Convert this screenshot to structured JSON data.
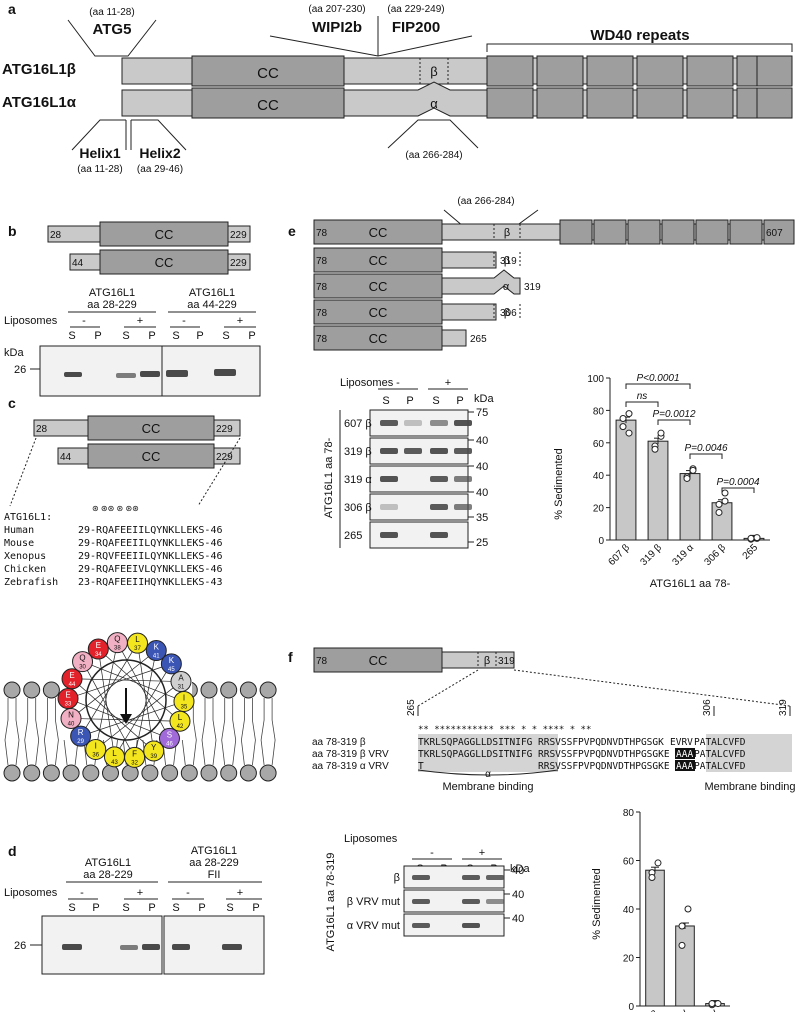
{
  "panels": {
    "a": "a",
    "b": "b",
    "c": "c",
    "d": "d",
    "e": "e",
    "f": "f"
  },
  "a": {
    "atg5": "ATG5",
    "atg5_range": "(aa 11-28)",
    "wipi2b": "WIPI2b",
    "wipi2b_range": "(aa 207-230)",
    "fip200": "FIP200",
    "fip200_range": "(aa 229-249)",
    "wd40": "WD40 repeats",
    "beta_name": "ATG16L1β",
    "alpha_name": "ATG16L1α",
    "cc": "CC",
    "beta": "β",
    "alpha": "α",
    "helix1": "Helix1",
    "helix1_range": "(aa 11-28)",
    "helix2": "Helix2",
    "helix2_range": "(aa 29-46)",
    "alpha_range": "(aa 266-284)"
  },
  "b": {
    "cc": "CC",
    "c1_start": "28",
    "c1_end": "229",
    "c2_start": "44",
    "c2_end": "229",
    "g1_l1": "ATG16L1",
    "g1_l2": "aa 28-229",
    "g2_l1": "ATG16L1",
    "g2_l2": "aa 44-229",
    "liposomes": "Liposomes",
    "minus": "-",
    "plus": "+",
    "S": "S",
    "P": "P",
    "kda": "kDa",
    "marker": "26"
  },
  "c": {
    "cc": "CC",
    "c1_start": "28",
    "c1_end": "229",
    "c2_start": "44",
    "c2_end": "229",
    "seq_title": "ATG16L1:",
    "rows": [
      {
        "species": "Human",
        "seq": "29-RQAFEEIILQYNKLLEKS-46"
      },
      {
        "species": "Mouse",
        "seq": "29-RQAFEEIILQYNKLLEKS-46"
      },
      {
        "species": "Xenopus",
        "seq": "29-RQVFEEIILQYNKLLEKS-46"
      },
      {
        "species": "Chicken",
        "seq": "29-RQAFEEIVLQYNKLLEKS-46"
      },
      {
        "species": "Zebrafish",
        "seq": "23-RQAFEEIIHQYNKLLEKS-43"
      }
    ],
    "wheel": [
      {
        "aa": "L",
        "n": "37",
        "color": "#f3e51e"
      },
      {
        "aa": "K",
        "n": "41",
        "color": "#3b55b5"
      },
      {
        "aa": "K",
        "n": "45",
        "color": "#3b55b5"
      },
      {
        "aa": "A",
        "n": "31",
        "color": "#d0d0d0"
      },
      {
        "aa": "I",
        "n": "35",
        "color": "#f3e51e"
      },
      {
        "aa": "L",
        "n": "42",
        "color": "#f3e51e"
      },
      {
        "aa": "S",
        "n": "46",
        "color": "#a06ad8"
      },
      {
        "aa": "Y",
        "n": "39",
        "color": "#f3e51e"
      },
      {
        "aa": "F",
        "n": "32",
        "color": "#f3e51e"
      },
      {
        "aa": "L",
        "n": "43",
        "color": "#f3e51e"
      },
      {
        "aa": "I",
        "n": "36",
        "color": "#f3e51e"
      },
      {
        "aa": "R",
        "n": "29",
        "color": "#3b55b5"
      },
      {
        "aa": "N",
        "n": "40",
        "color": "#f2b0c4"
      },
      {
        "aa": "E",
        "n": "33",
        "color": "#e2212b"
      },
      {
        "aa": "E",
        "n": "44",
        "color": "#e2212b"
      },
      {
        "aa": "Q",
        "n": "30",
        "color": "#f2b0c4"
      },
      {
        "aa": "E",
        "n": "34",
        "color": "#e2212b"
      },
      {
        "aa": "Q",
        "n": "38",
        "color": "#f2b0c4"
      }
    ]
  },
  "d": {
    "g1_l1": "ATG16L1",
    "g1_l2": "aa 28-229",
    "g2_l1": "ATG16L1",
    "g2_l2": "aa 28-229",
    "g2_l3": "FII",
    "liposomes": "Liposomes",
    "minus": "-",
    "plus": "+",
    "S": "S",
    "P": "P",
    "kda": "kDa",
    "marker": "26"
  },
  "e": {
    "range": "(aa 266-284)",
    "cc": "CC",
    "start": "78",
    "beta": "β",
    "alpha": "α",
    "ends": [
      "607",
      "319",
      "319",
      "306",
      "265"
    ],
    "liposomes": "Liposomes",
    "minus": "-",
    "plus": "+",
    "S": "S",
    "P": "P",
    "kda": "kDa",
    "ylabel_blot": "ATG16L1 aa 78-",
    "lanes": [
      "607 β",
      "319 β",
      "319 α",
      "306 β",
      "265"
    ],
    "kda_marks": [
      "75",
      "40",
      "40",
      "40",
      "35",
      "25"
    ]
  },
  "f": {
    "cc": "CC",
    "start": "78",
    "beta": "β",
    "end": "319",
    "pos": [
      "265",
      "306",
      "319"
    ],
    "stars": "**  ***********  ***  *  *                ****  *    **",
    "seq": [
      {
        "label": "aa 78-319 β",
        "pre": "TKRLSQPAGGLLDSITNIFG",
        "mid": "RRSVSSFPVPQDNVDTHPGSGK",
        "mut": "EVRV",
        "post": "PATALCVFD"
      },
      {
        "label": "aa 78-319 β VRV",
        "pre": "TKRLSQPAGGLLDSITNIFG",
        "mid": "RRSVSSFPVPQDNVDTHPGSGKE",
        "mut": "AAA",
        "post": "PATALCVFD"
      },
      {
        "label": "aa 78-319 α VRV",
        "pre": "T",
        "mid": "RRSVSSFPVPQDNVDTHPGSGKE",
        "mut": "AAA",
        "post": "PATALCVFD"
      }
    ],
    "alpha": "α",
    "membrane1": "Membrane binding",
    "membrane2": "Membrane binding",
    "liposomes": "Liposomes",
    "minus": "-",
    "plus": "+",
    "S": "S",
    "P": "P",
    "kda": "kDa",
    "ylabel_blot": "ATG16L1 aa 78-319",
    "rows": [
      "β",
      "β VRV mut",
      "α VRV mut"
    ],
    "kda_marks": [
      "40",
      "40",
      "40"
    ]
  },
  "chart_data": [
    {
      "type": "bar",
      "categories": [
        "607 β",
        "319 β",
        "319 α",
        "306 β",
        "265"
      ],
      "values": [
        74,
        61,
        41,
        23,
        1
      ],
      "points": [
        [
          78,
          70,
          75,
          66
        ],
        [
          64,
          58,
          56,
          66
        ],
        [
          44,
          39,
          38,
          43
        ],
        [
          29,
          22,
          17,
          24
        ],
        [
          1,
          0.5,
          1,
          1.5
        ]
      ],
      "xlabel": "ATG16L1 aa 78-",
      "ylabel": "% Sedimented",
      "ylim": [
        0,
        100
      ],
      "yticks": [
        0,
        20,
        40,
        60,
        80,
        100
      ],
      "annotations": [
        "P<0.0001",
        "ns",
        "P=0.0012",
        "P=0.0046",
        "P=0.0004"
      ]
    },
    {
      "type": "bar",
      "categories": [
        "β",
        "β VRV",
        "α VRV"
      ],
      "values": [
        56,
        33,
        1
      ],
      "points": [
        [
          59,
          55,
          53
        ],
        [
          40,
          33,
          25
        ],
        [
          1,
          0.5,
          1
        ]
      ],
      "xlabel": "",
      "ylabel": "% Sedimented",
      "ylim": [
        0,
        80
      ],
      "yticks": [
        0,
        20,
        40,
        60,
        80
      ]
    }
  ]
}
